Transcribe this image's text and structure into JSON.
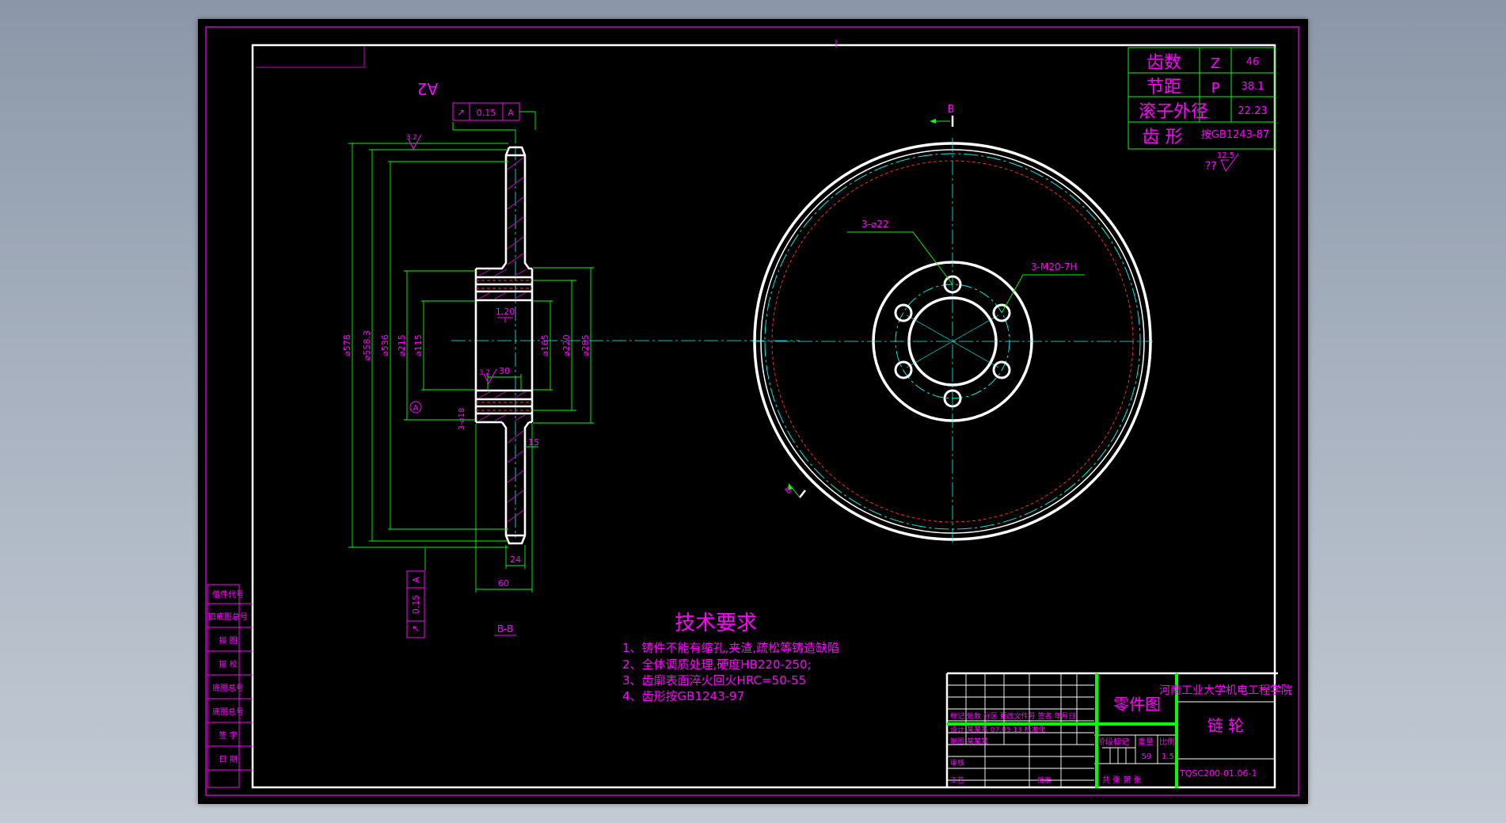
{
  "drawing": {
    "orient_mark": "A2",
    "param_table": [
      {
        "name": "齿数",
        "symbol": "Z",
        "value": "46"
      },
      {
        "name": "节距",
        "symbol": "P",
        "value": "38.1"
      },
      {
        "name": "滚子外径",
        "symbol": "",
        "value": "22.23"
      },
      {
        "name": "齿  形",
        "symbol": "按GB1243-87",
        "value": ""
      }
    ],
    "roughness_other": "??",
    "roughness_other_value": "12.5",
    "section_view": {
      "tolerance_top": {
        "symbol": "↗",
        "value": "0.15",
        "datum": "A"
      },
      "tolerance_bottom": {
        "symbol": "↗",
        "value": "0.15",
        "datum": "A"
      },
      "roughness_top": "3.2",
      "roughness_hub": "3.2",
      "roughness_bore": "1.20",
      "dims": [
        "⌀578",
        "⌀558.3",
        "⌀536",
        "⌀215",
        "⌀115",
        "⌀165",
        "⌀220",
        "⌀285",
        "3-⌀18",
        "30",
        "15",
        "24",
        "60"
      ],
      "datum_label": "A",
      "label": "B-B"
    },
    "front_view": {
      "section_mark": "B",
      "section_mark_bottom": "B",
      "callout_holes": "3-⌀22",
      "callout_threads": "3-M20-7H"
    },
    "tech_req": {
      "title": "技术要求",
      "items": [
        "1、铸件不能有缩孔,夹渣,疏松等铸造缺陷",
        "2、全体调质处理,硬度HB220-250;",
        "3、齿廓表面淬火回火HRC=50-55",
        "4、齿形按GB1243-97"
      ]
    },
    "left_strip": [
      "借件代号",
      "旧底图总号",
      "描  图",
      "描  校",
      "底图总号",
      "底图总号",
      "签  字",
      "日  期"
    ],
    "title_block": {
      "drawing_type": "零件图",
      "school": "河南工业大学机电工程学院",
      "part_name": "链  轮",
      "drawing_no": "TQSC200-01.06-1",
      "row_marks": "标记 处数 分区 更改文件号 签名 年月日",
      "designer_row": "设计 某某某 07.05.13 标准化",
      "drafter_row": "制图 某某某",
      "review": "审核",
      "process": "工艺",
      "approve": "批准",
      "stage_label": "阶段标记",
      "weight_label": "重量",
      "scale_label": "比例",
      "weight": "59",
      "scale": "1.5",
      "sheets": "共  张  第  张"
    }
  },
  "colors": {
    "background": "#000000",
    "frame_outer": "#cc00cc",
    "frame_inner": "#ffffff",
    "dim": "#00ff00",
    "text": "#ff00ff",
    "center": "#00ffff",
    "hidden": "#ff3333",
    "title_green": "#00ff00"
  }
}
